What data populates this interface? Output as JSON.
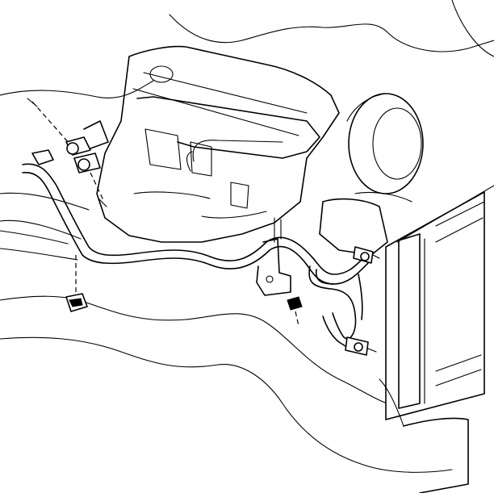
{
  "figure": {
    "kind": "technical line illustration",
    "components": [
      "engine-block",
      "cylinder-head-cover",
      "front-pulley",
      "radiator",
      "lower-radiator-tank",
      "oil-cooler-lines",
      "line-fitting-upper-left",
      "line-fitting-radiator",
      "retaining-clip",
      "mounting-bracket",
      "bolt",
      "frame-rail"
    ],
    "colors": {
      "line": "#000000",
      "background": "#ffffff"
    }
  }
}
